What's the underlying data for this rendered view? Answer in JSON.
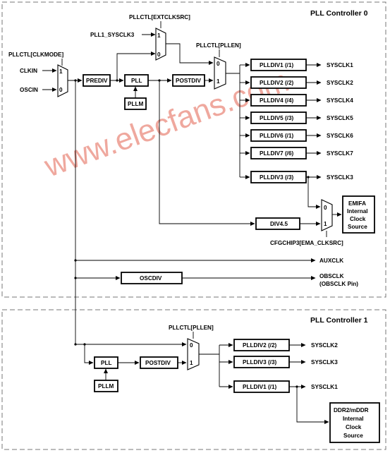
{
  "watermark": "www.elecfans.com",
  "pll0": {
    "title": "PLL Controller 0",
    "extclksrc_label": "PLLCTL[EXTCLKSRC]",
    "pll1_sysclk3_label": "PLL1_SYSCLK3",
    "clkmode_label": "PLLCTL[CLKMODE]",
    "pllen_label": "PLLCTL[PLLEN]",
    "clkin_label": "CLKIN",
    "oscin_label": "OSCIN",
    "prediv_label": "PREDIV",
    "pll_label": "PLL",
    "pllm_label": "PLLM",
    "postdiv_label": "POSTDIV",
    "dividers": [
      {
        "div": "PLLDIV1 (/1)",
        "out": "SYSCLK1"
      },
      {
        "div": "PLLDIV2 (/2)",
        "out": "SYSCLK2"
      },
      {
        "div": "PLLDIV4 (/4)",
        "out": "SYSCLK4"
      },
      {
        "div": "PLLDIV5 (/3)",
        "out": "SYSCLK5"
      },
      {
        "div": "PLLDIV6 (/1)",
        "out": "SYSCLK6"
      },
      {
        "div": "PLLDIV7 (/6)",
        "out": "SYSCLK7"
      },
      {
        "div": "PLLDIV3 (/3)",
        "out": "SYSCLK3"
      }
    ],
    "div45_label": "DIV4.5",
    "emifa_lines": [
      "EMIFA",
      "Internal",
      "Clock",
      "Source"
    ],
    "ema_clksrc_label": "CFGCHIP3[EMA_CLKSRC]",
    "auxclk_label": "AUXCLK",
    "oscdiv_label": "OSCDIV",
    "obsclk_label": "OBSCLK",
    "obsclk_pin_label": "(OBSCLK Pin)"
  },
  "pll1": {
    "title": "PLL Controller 1",
    "pllen_label": "PLLCTL[PLLEN]",
    "pll_label": "PLL",
    "pllm_label": "PLLM",
    "postdiv_label": "POSTDIV",
    "dividers": [
      {
        "div": "PLLDIV2 (/2)",
        "out": "SYSCLK2"
      },
      {
        "div": "PLLDIV3 (/3)",
        "out": "SYSCLK3"
      },
      {
        "div": "PLLDIV1 (/1)",
        "out": "SYSCLK1"
      }
    ],
    "ddr_lines": [
      "DDR2/mDDR",
      "Internal",
      "Clock",
      "Source"
    ]
  },
  "mux_inputs": {
    "zero": "0",
    "one": "1"
  }
}
